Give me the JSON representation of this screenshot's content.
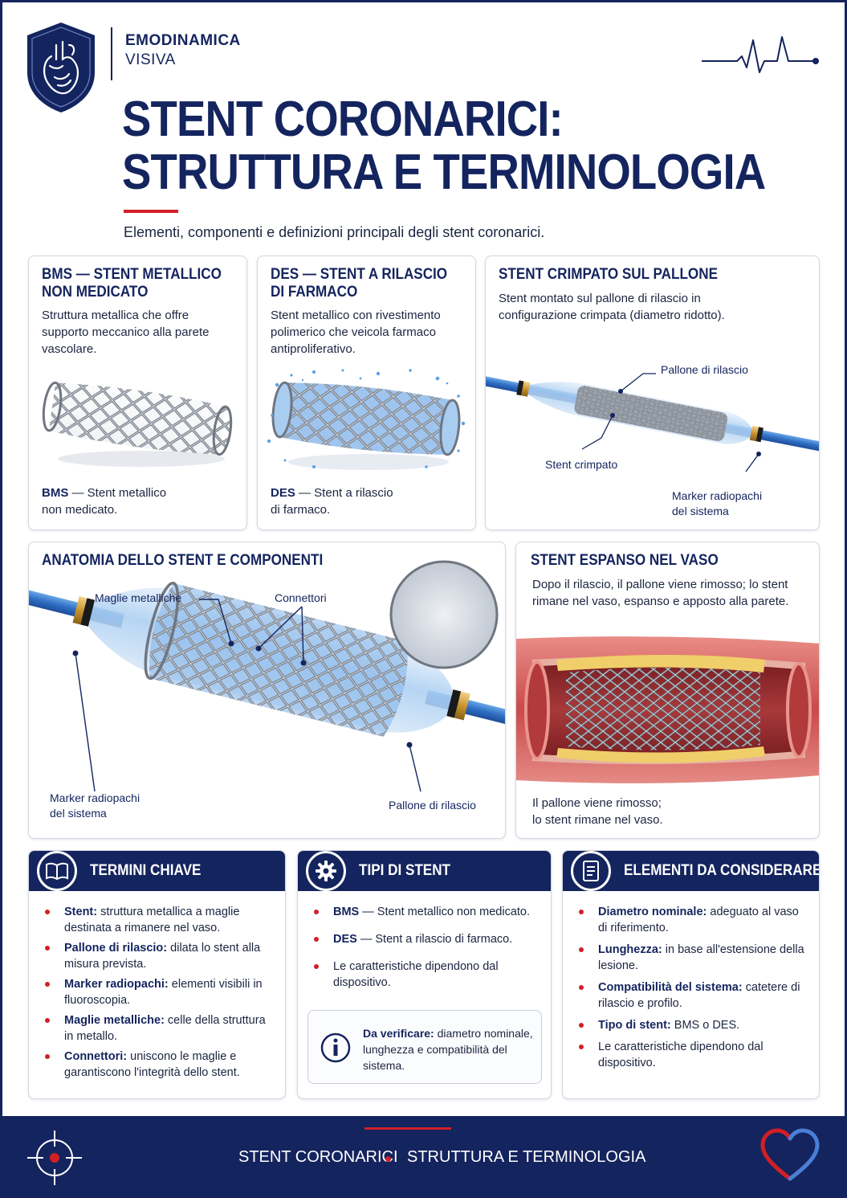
{
  "header": {
    "brand_line1": "EMODINAMICA",
    "brand_line2": "VISIVA",
    "title_line1": "STENT CORONARICI:",
    "title_line2": "STRUTTURA E TERMINOLOGIA",
    "subtitle": "Elementi, componenti e definizioni principali degli stent coronarici."
  },
  "cards": {
    "bms": {
      "title_line1": "BMS — STENT METALLICO",
      "title_line2": "NON MEDICATO",
      "desc": "Struttura metallica che offre supporto meccanico alla parete vascolare.",
      "caption_bold": "BMS",
      "caption_line1": " — Stent metallico",
      "caption_line2": "non medicato."
    },
    "des": {
      "title_line1": "DES — STENT A RILASCIO",
      "title_line2": "DI FARMACO",
      "desc": "Stent metallico con rivestimento polimerico che veicola farmaco antiproliferativo.",
      "caption_bold": "DES",
      "caption_line1": " — Stent a rilascio",
      "caption_line2": "di farmaco."
    },
    "crimped": {
      "title": "STENT CRIMPATO SUL PALLONE",
      "desc": "Stent montato sul pallone di rilascio in configurazione crimpata (diametro ridotto).",
      "label_balloon": "Pallone di rilascio",
      "label_stent": "Stent crimpato",
      "label_marker_1": "Marker radiopachi",
      "label_marker_2": "del sistema"
    },
    "anatomy": {
      "title": "ANATOMIA DELLO STENT E COMPONENTI",
      "label_mesh": "Maglie metalliche",
      "label_connectors": "Connettori",
      "label_marker_1": "Marker radiopachi",
      "label_marker_2": "del sistema",
      "label_balloon": "Pallone di rilascio"
    },
    "expanded": {
      "title": "STENT ESPANSO NEL VASO",
      "desc": "Dopo il rilascio, il pallone viene rimosso; lo stent rimane nel vaso, espanso e apposto alla parete.",
      "caption_line1": "Il pallone viene rimosso;",
      "caption_line2": "lo stent rimane nel vaso."
    }
  },
  "panels": {
    "terms": {
      "title": "TERMINI CHIAVE",
      "icon": "book-icon",
      "items": [
        {
          "term": "Stent:",
          "text": " struttura metallica a maglie destinata a rimanere nel vaso."
        },
        {
          "term": "Pallone di rilascio:",
          "text": " dilata lo stent alla misura prevista."
        },
        {
          "term": "Marker radiopachi:",
          "text": " elementi visibili in fluoroscopia."
        },
        {
          "term": "Maglie metalliche:",
          "text": " celle della struttura in metallo."
        },
        {
          "term": "Connettori:",
          "text": " uniscono le maglie e garantiscono l'integrità dello stent."
        }
      ]
    },
    "types": {
      "title": "TIPI DI STENT",
      "icon": "gear-icon",
      "items": [
        {
          "term": "BMS",
          "text": " — Stent metallico non medicato."
        },
        {
          "term": "DES",
          "text": " — Stent a rilascio di farmaco."
        },
        {
          "term": "",
          "text": "Le caratteristiche dipendono dal dispositivo."
        }
      ],
      "info_term": "Da verificare:",
      "info_text": " diametro nominale, lunghezza e compatibilità del sistema."
    },
    "consider": {
      "title": "ELEMENTI DA CONSIDERARE",
      "icon": "document-icon",
      "items": [
        {
          "term": "Diametro nominale:",
          "text": " adeguato al vaso di riferimento."
        },
        {
          "term": "Lunghezza:",
          "text": " in base all'estensione della lesione."
        },
        {
          "term": "Compatibilità del sistema:",
          "text": " catetere di rilascio e profilo."
        },
        {
          "term": "Tipo di stent:",
          "text": " BMS o DES."
        },
        {
          "term": "",
          "text": "Le caratteristiche dipendono dal dispositivo."
        }
      ]
    }
  },
  "footer": {
    "left": "STENT CORONARICI",
    "right": "STRUTTURA E TERMINOLOGIA"
  },
  "colors": {
    "navy": "#14245e",
    "accent_red": "#d21f26",
    "balloon_blue": "#9cc4ec",
    "tissue_red": "#c94b4b"
  }
}
